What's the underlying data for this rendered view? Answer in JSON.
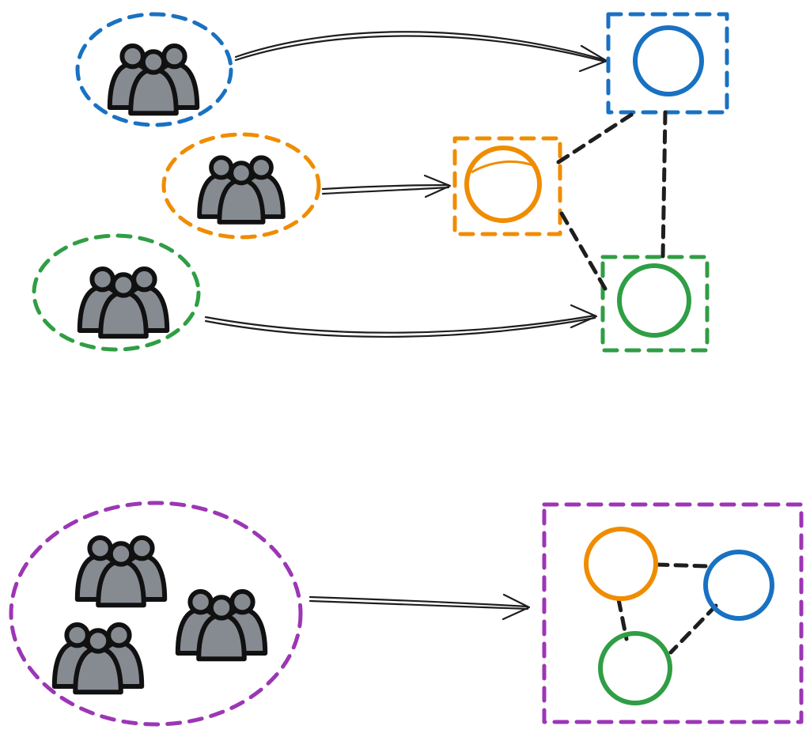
{
  "colors": {
    "blue": "#1971c2",
    "orange": "#f08c00",
    "green": "#2f9e44",
    "purple": "#9c36b5",
    "ink": "#1e1e1e",
    "person_fill": "#868b92"
  },
  "icons": {
    "group": "people-group-icon",
    "node": "circle-node",
    "arrow": "hand-drawn-arrow",
    "link": "dashed-connection"
  },
  "top_section": {
    "groups": [
      {
        "id": "blue-group",
        "color": "blue",
        "maps_to": "blue-node"
      },
      {
        "id": "orange-group",
        "color": "orange",
        "maps_to": "orange-node"
      },
      {
        "id": "green-group",
        "color": "green",
        "maps_to": "green-node"
      }
    ],
    "nodes": [
      "blue-node",
      "orange-node",
      "green-node"
    ],
    "links": [
      [
        "orange-node",
        "blue-node"
      ],
      [
        "blue-node",
        "green-node"
      ],
      [
        "orange-node",
        "green-node"
      ]
    ]
  },
  "bottom_section": {
    "group": {
      "id": "combined-group",
      "color": "purple",
      "subgroups": 3
    },
    "nodes": [
      "orange-node",
      "blue-node",
      "green-node"
    ],
    "links": [
      [
        "orange-node",
        "blue-node"
      ],
      [
        "blue-node",
        "green-node"
      ],
      [
        "orange-node",
        "green-node"
      ]
    ]
  }
}
